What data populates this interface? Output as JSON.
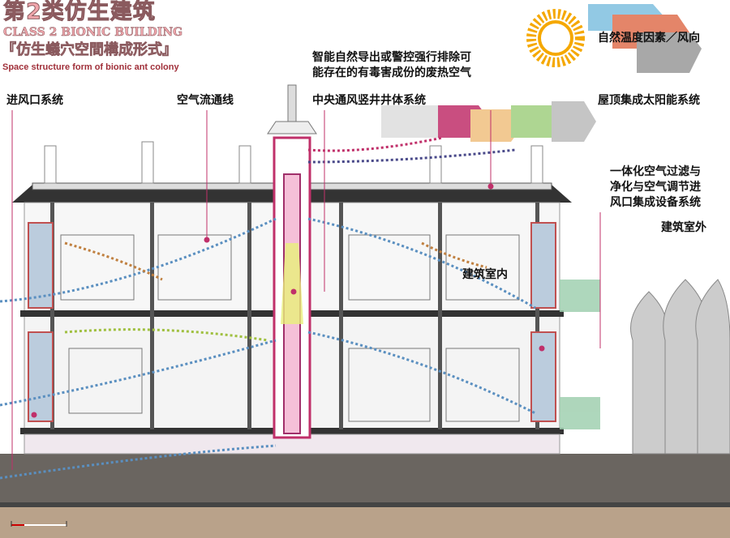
{
  "title": {
    "main": "第2类仿生建筑",
    "english": "CLASS 2 BIONIC BUILDING",
    "subtitle": "『仿生蟻穴空間構成形式』",
    "subtitle_en": "Space structure form of bionic ant colony"
  },
  "labels": {
    "intake": "进风口系统",
    "airflow": "空气流通线",
    "shaft": "中央通风竖井井体系统",
    "exhaust": [
      "智能自然导出或警控强行排除可",
      "能存在的有毒害成份的废热空气"
    ],
    "climate": "自然温度因素／风向",
    "solar": "屋顶集成太阳能系统",
    "filter": [
      "一体化空气过滤与",
      "净化与空气调节进",
      "风口集成设备系统"
    ],
    "outdoor": "建筑室外",
    "indoor": "建筑室内"
  },
  "colors": {
    "title": "#f0a6ac",
    "accent": "#c0306a",
    "ground": "#b9a28a",
    "airflow": "#5a8fc0"
  }
}
